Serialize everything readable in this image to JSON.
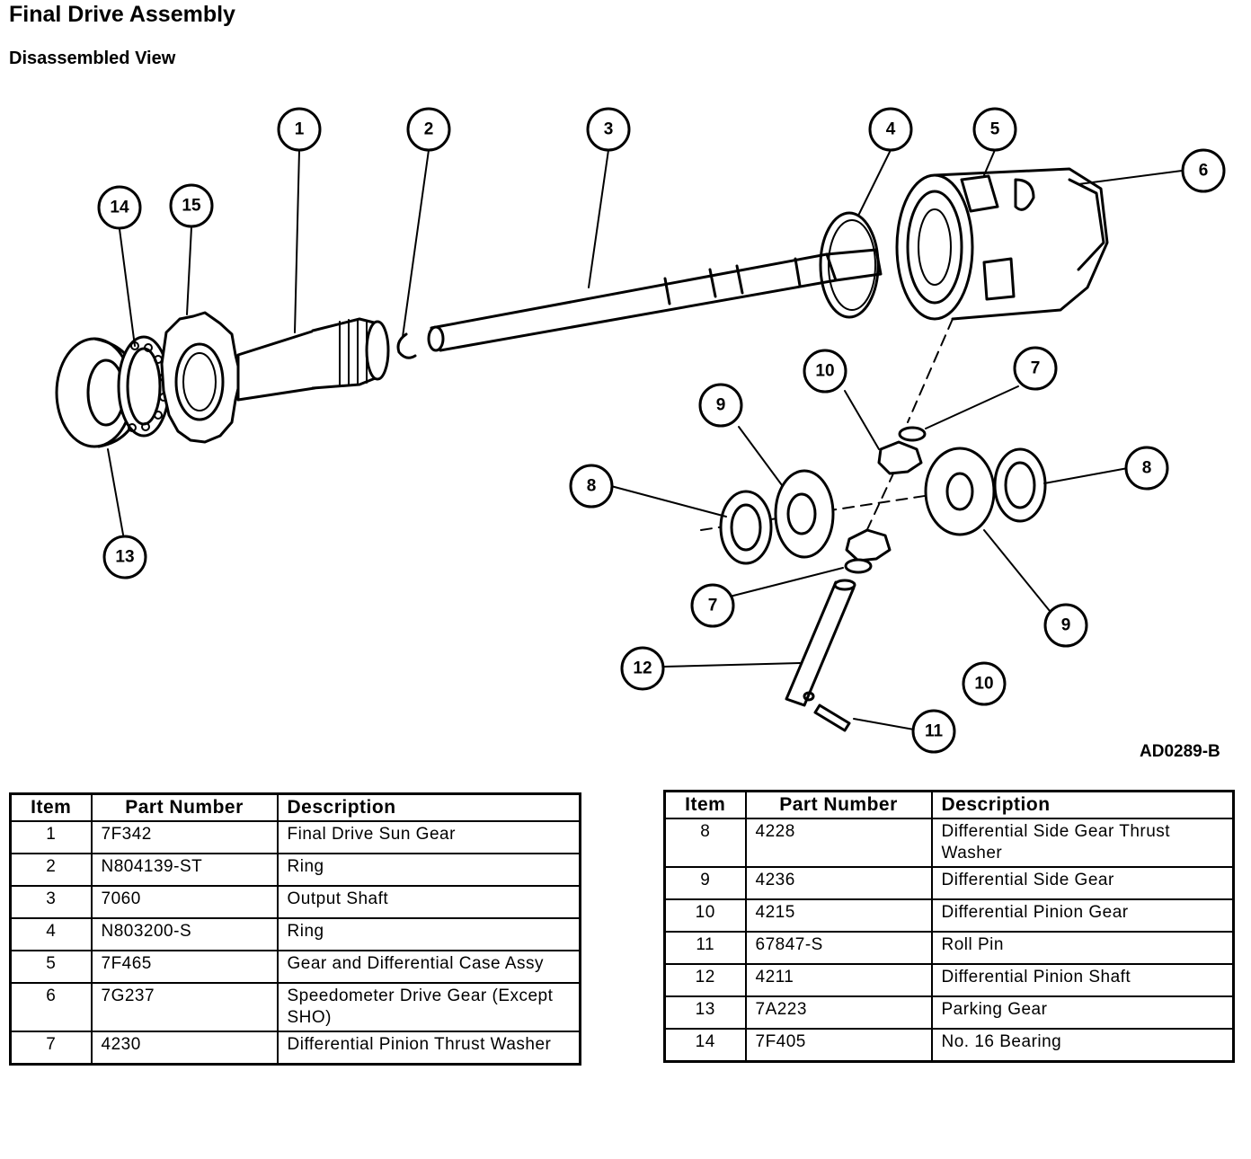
{
  "header": {
    "title": "Final Drive Assembly",
    "subtitle": "Disassembled View",
    "figure_code": "AD0289-B"
  },
  "callouts": [
    "1",
    "2",
    "3",
    "4",
    "5",
    "6",
    "14",
    "15",
    "13",
    "10",
    "7",
    "9",
    "8",
    "8",
    "7",
    "9",
    "12",
    "10",
    "11"
  ],
  "table_headers": {
    "item": "Item",
    "part_number": "Part Number",
    "description": "Description"
  },
  "parts_left": [
    {
      "item": "1",
      "part": "7F342",
      "desc": "Final Drive Sun Gear"
    },
    {
      "item": "2",
      "part": "N804139-ST",
      "desc": "Ring"
    },
    {
      "item": "3",
      "part": "7060",
      "desc": "Output Shaft"
    },
    {
      "item": "4",
      "part": "N803200-S",
      "desc": "Ring"
    },
    {
      "item": "5",
      "part": "7F465",
      "desc": "Gear and Differential Case Assy"
    },
    {
      "item": "6",
      "part": "7G237",
      "desc": "Speedometer Drive Gear (Except SHO)"
    },
    {
      "item": "7",
      "part": "4230",
      "desc": "Differential Pinion Thrust Washer"
    }
  ],
  "parts_right": [
    {
      "item": "8",
      "part": "4228",
      "desc": "Differential Side Gear Thrust Washer"
    },
    {
      "item": "9",
      "part": "4236",
      "desc": "Differential Side Gear"
    },
    {
      "item": "10",
      "part": "4215",
      "desc": "Differential Pinion Gear"
    },
    {
      "item": "11",
      "part": "67847-S",
      "desc": "Roll Pin"
    },
    {
      "item": "12",
      "part": "4211",
      "desc": "Differential Pinion Shaft"
    },
    {
      "item": "13",
      "part": "7A223",
      "desc": "Parking Gear"
    },
    {
      "item": "14",
      "part": "7F405",
      "desc": "No. 16 Bearing"
    }
  ]
}
